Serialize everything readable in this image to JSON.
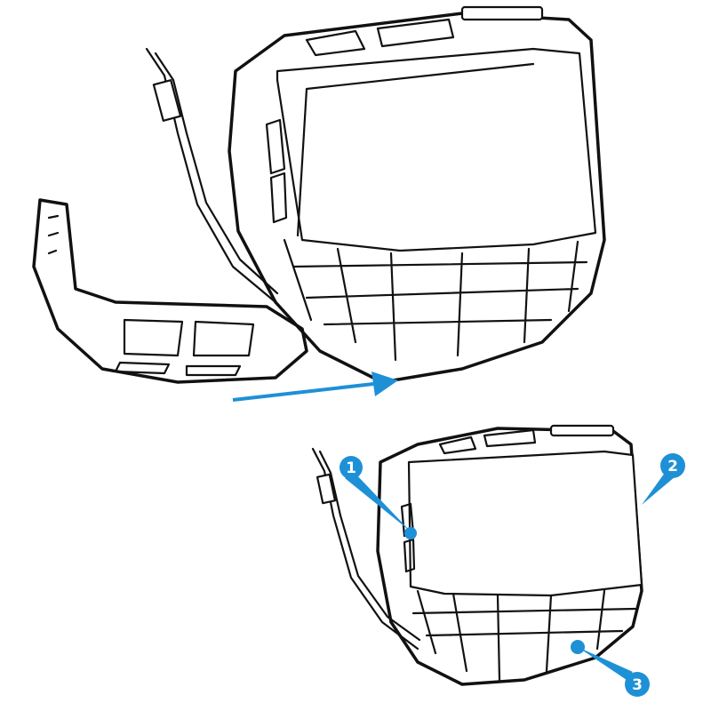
{
  "callouts": [
    {
      "label": "1"
    },
    {
      "label": "2"
    },
    {
      "label": "3"
    }
  ],
  "colors": {
    "accent": "#1e90d6",
    "line": "#111111"
  }
}
